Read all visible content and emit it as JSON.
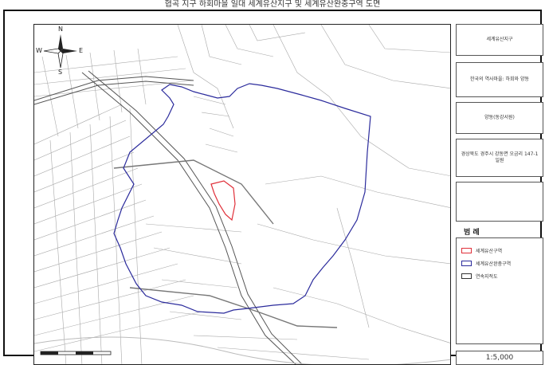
{
  "header": {
    "title": "협곡 지구 하회마을 일대 세계유산지구 및 세계유산완충구역 도면"
  },
  "map": {
    "compass": {
      "n": "N",
      "s": "S",
      "e": "E",
      "w": "W"
    },
    "heritage_color": "#e0303a",
    "buffer_color": "#2b2b9c",
    "parcel_color": "#9a9a9a"
  },
  "panel": {
    "box1": "세계유산지구",
    "box2": "한국의 역사마을: 하회와 양동",
    "box3": "양동(동강서원)",
    "box4": "경상북도 경주시 강동면 오금리 147-1 일원",
    "legend_title": "범 례",
    "legend": [
      {
        "label": "세계유산구역",
        "color": "#e0303a"
      },
      {
        "label": "세계유산완충구역",
        "color": "#2b2b9c"
      },
      {
        "label": "연속지적도",
        "color": "#333333"
      }
    ],
    "scale": "1:5,000"
  }
}
